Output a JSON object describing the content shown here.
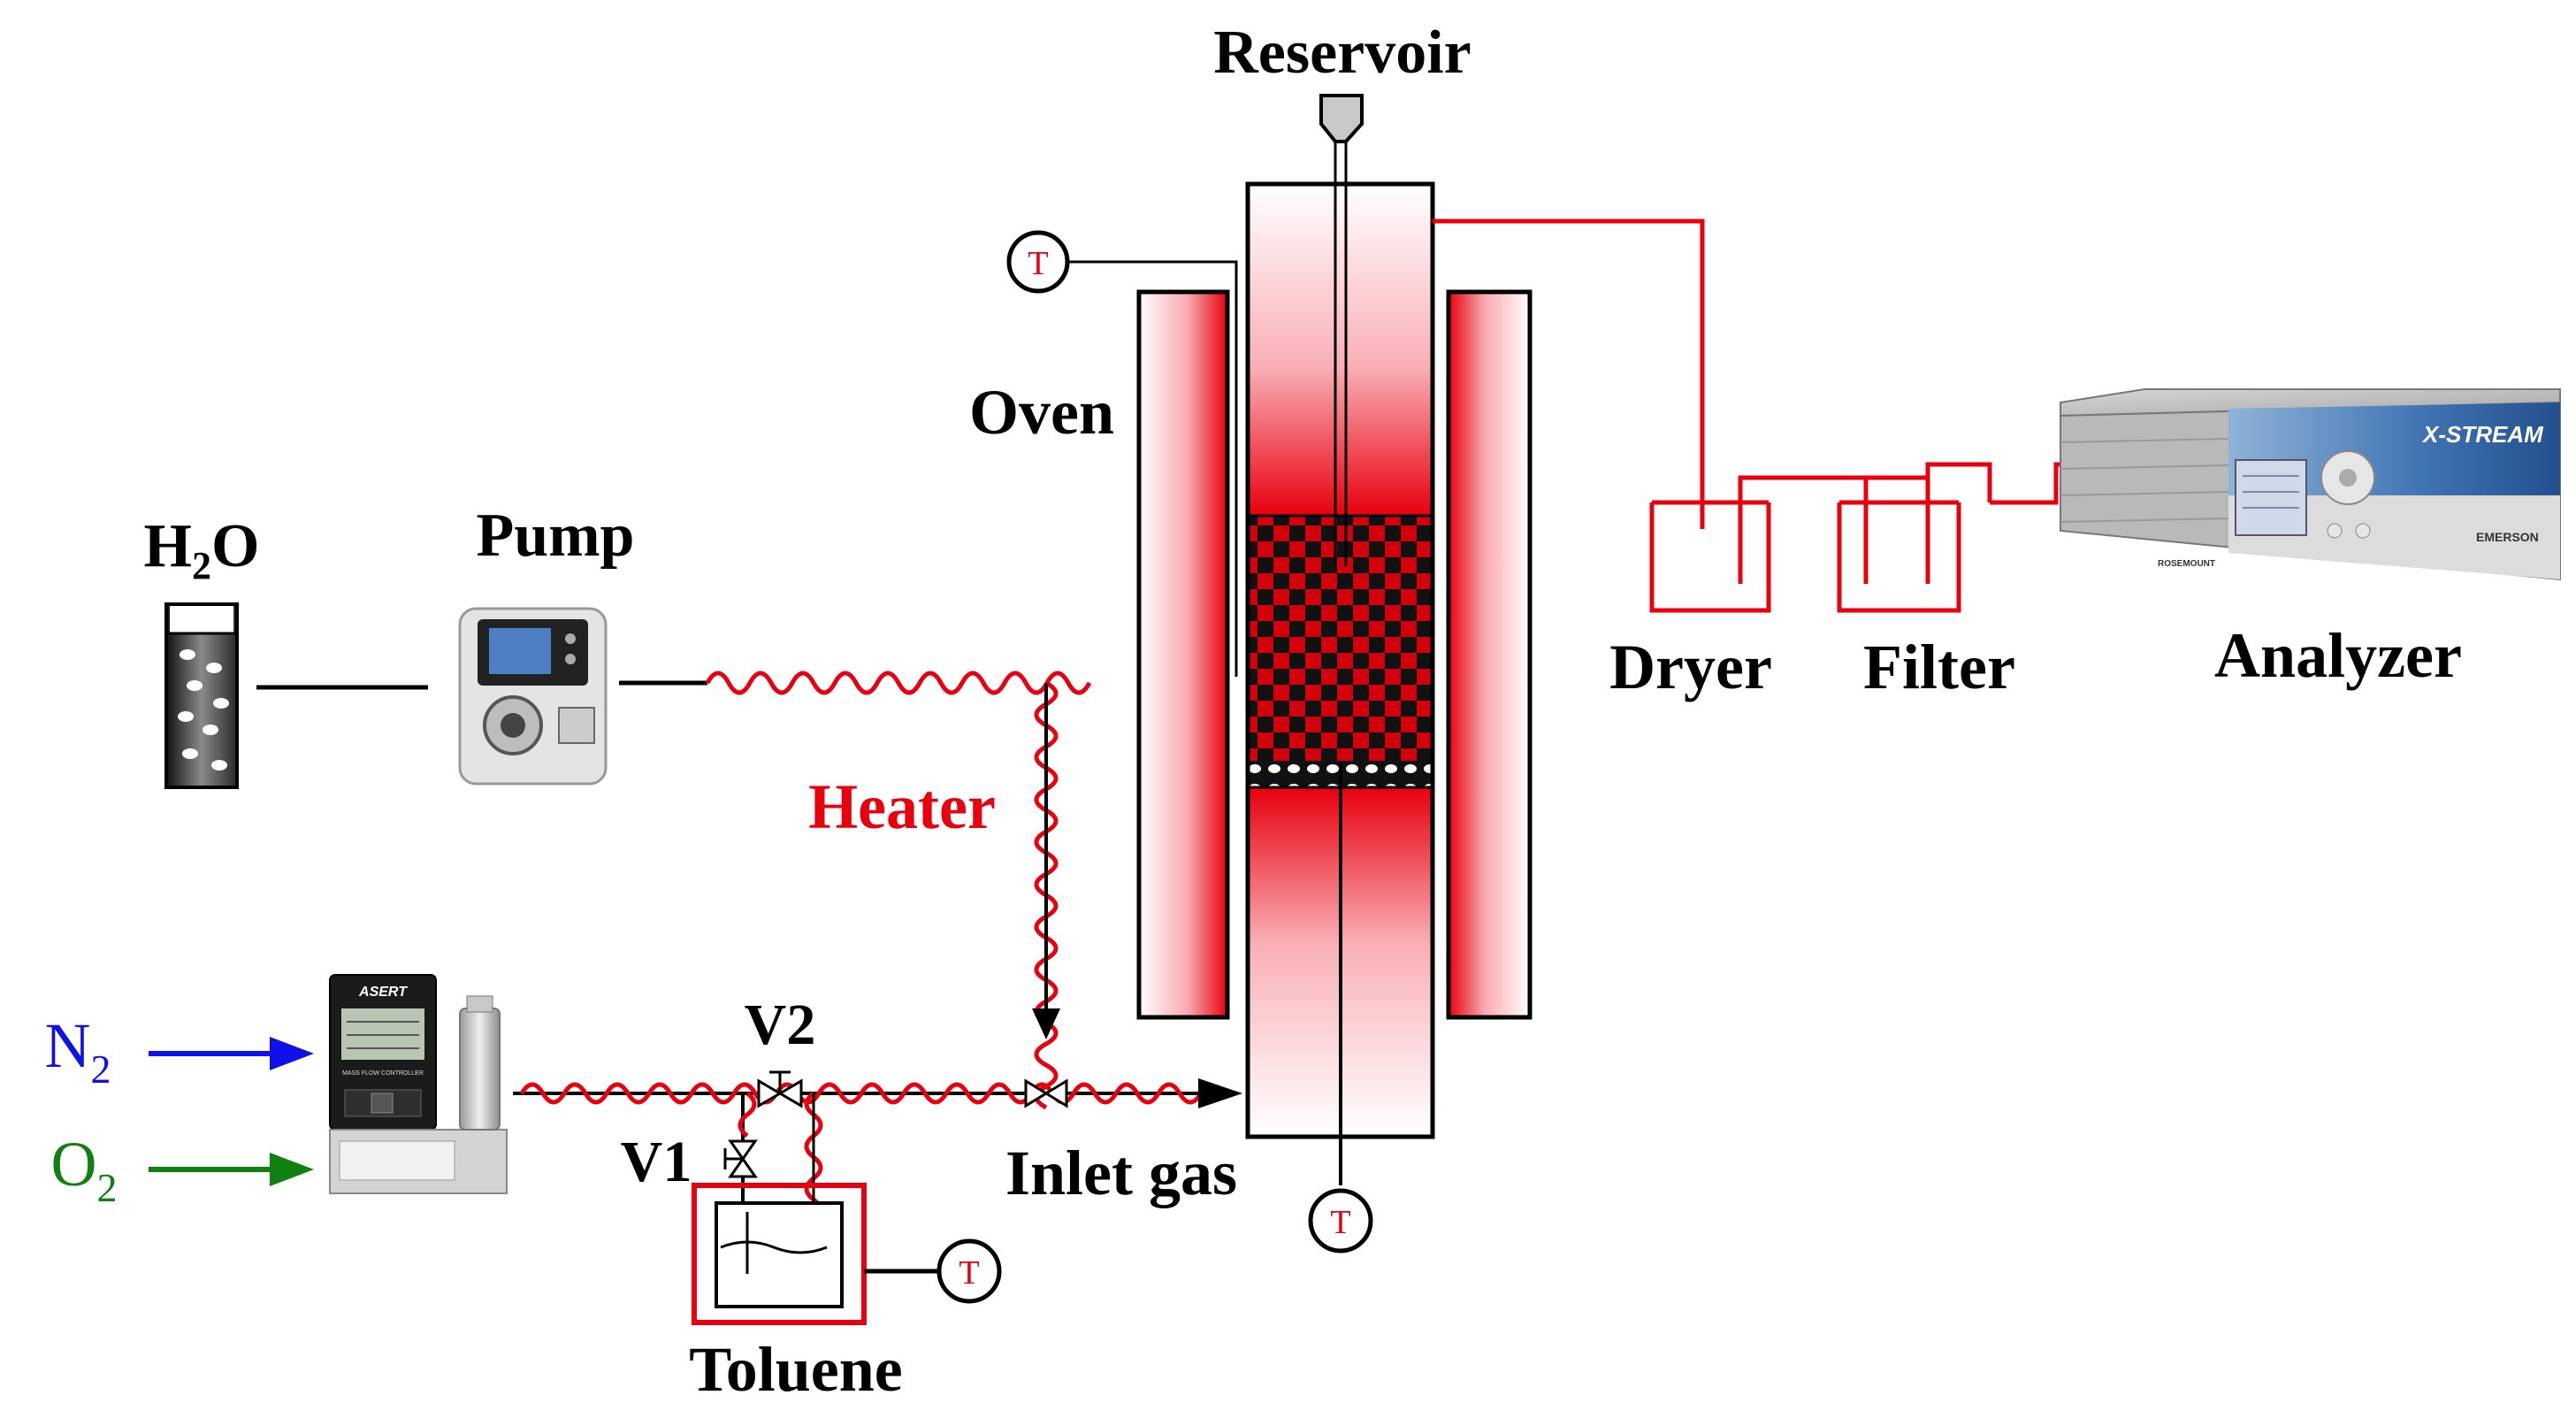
{
  "labels": {
    "reservoir": "Reservoir",
    "oven": "Oven",
    "pump": "Pump",
    "heater": "Heater",
    "dryer": "Dryer",
    "filter": "Filter",
    "analyzer": "Analyzer",
    "inlet_gas": "Inlet gas",
    "toluene": "Toluene",
    "v1": "V1",
    "v2": "V2"
  },
  "species": {
    "water_main": "H",
    "water_sub": "2",
    "water_end": "O",
    "nitrogen_main": "N",
    "nitrogen_sub": "2",
    "oxygen_main": "O",
    "oxygen_sub": "2"
  },
  "thermocouple_symbol": "T",
  "mass_flow_controller": {
    "brand": "ASERT",
    "display_line": "MASS FLOW CONTROLLER"
  },
  "analyzer_panel": {
    "brand": "X-STREAM",
    "maker": "EMERSON",
    "badge": "ROSEMOUNT"
  },
  "colors": {
    "heated_line": "#e8000e",
    "nitrogen": "#1010e8",
    "oxygen": "#108010",
    "outline": "#000000"
  }
}
